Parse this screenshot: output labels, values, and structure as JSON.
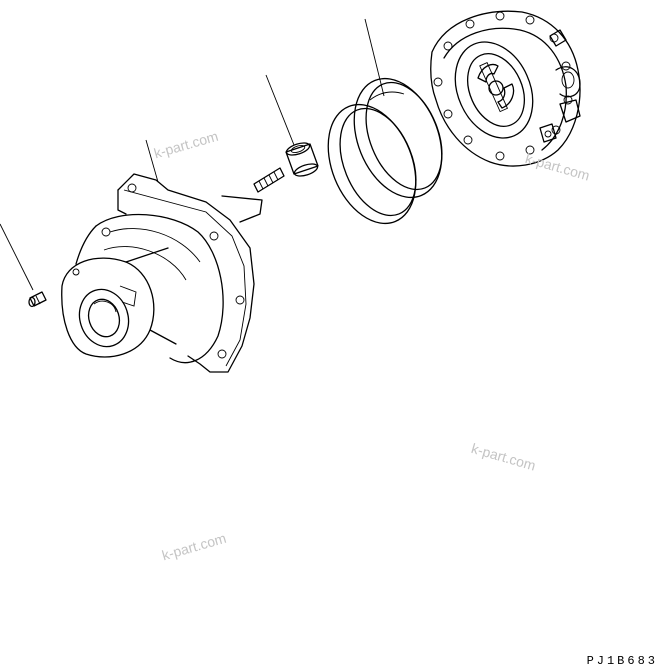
{
  "figure": {
    "drawing_code": "PJ1B683",
    "watermark": "k-part.com"
  },
  "parts": [
    {
      "name": "bolt"
    },
    {
      "name": "motor-housing"
    },
    {
      "name": "spring"
    },
    {
      "name": "spool-sleeve"
    },
    {
      "name": "seal-ring"
    },
    {
      "name": "valve-plate-cover"
    }
  ]
}
